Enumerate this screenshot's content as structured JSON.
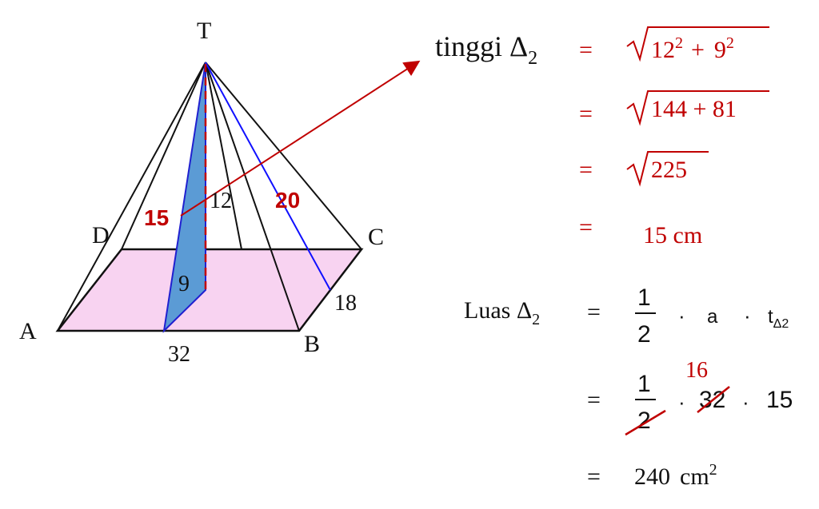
{
  "colors": {
    "base_fill": "#f8d3f1",
    "triangle_fill": "#5b9bd5",
    "triangle_stroke": "#2020d0",
    "accent_red": "#c00000",
    "line_blue": "#1010ff",
    "text_black": "#111111"
  },
  "pyramid": {
    "apex": "T",
    "vertices": [
      "A",
      "B",
      "C",
      "D"
    ],
    "base_length": "32",
    "base_width": "18",
    "height": "12",
    "half_width": "9",
    "slant_front": "15",
    "slant_side": "20"
  },
  "work": {
    "tinggi_label": "tinggi Δ",
    "tinggi_sub": "2",
    "eq": "=",
    "step1": {
      "a": "12",
      "a_exp": "2",
      "plus": "+",
      "b": "9",
      "b_exp": "2"
    },
    "step2": "144 + 81",
    "step3": "225",
    "step4": "15 cm",
    "luas_label": "Luas Δ",
    "luas_sub": "2",
    "frac_num": "1",
    "frac_den": "2",
    "dot": "·",
    "a_symbol": "a",
    "t_symbol": "t",
    "t_sub": "Δ2",
    "struck_value": "32",
    "reduced_value": "16",
    "height_value": "15",
    "result": "240",
    "result_unit": "cm",
    "result_exp": "2"
  }
}
